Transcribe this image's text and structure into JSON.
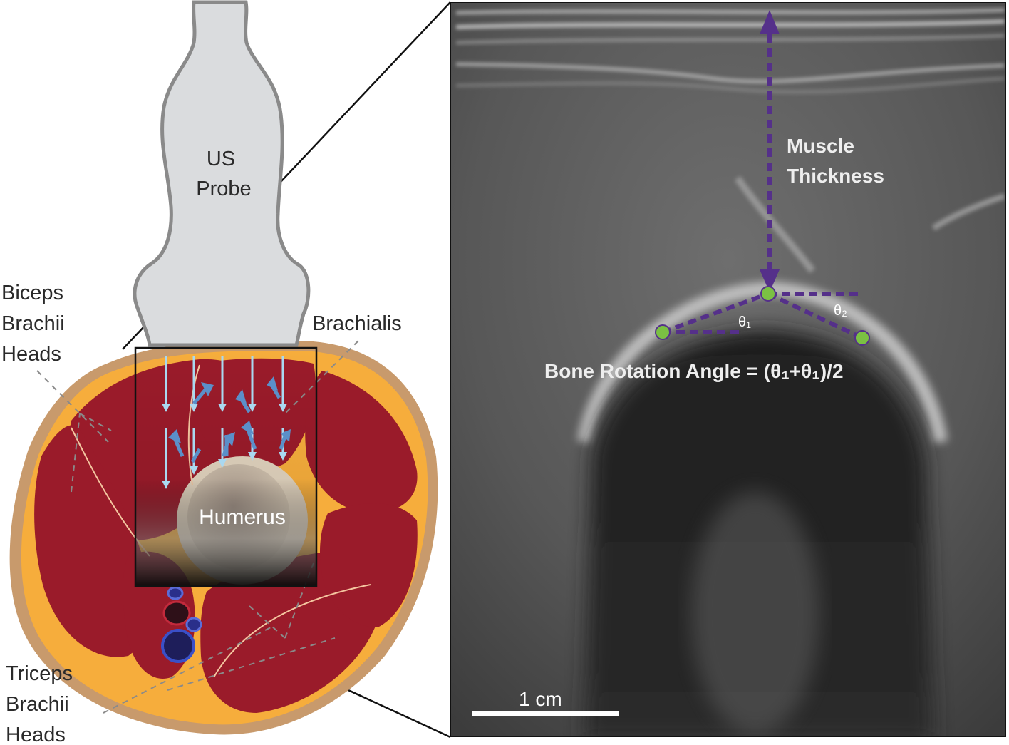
{
  "probe": {
    "line1": "US",
    "line2": "Probe"
  },
  "labels": {
    "biceps": [
      "Biceps",
      "Brachii",
      "Heads"
    ],
    "brachialis": "Brachialis",
    "humerus": "Humerus",
    "triceps": [
      "Triceps",
      "Brachii",
      "Heads"
    ]
  },
  "ultrasound": {
    "muscle_thickness": [
      "Muscle",
      "Thickness"
    ],
    "theta1": "θ₁",
    "theta2": "θ₂",
    "bone_rotation_formula": "Bone Rotation Angle = (θ₁+θ₁)/2",
    "scale_bar_label": "1 cm"
  },
  "colors": {
    "muscle": "#9a1b2a",
    "fat": "#f6ad3c",
    "skin": "#c89a6c",
    "probe": "#dadcde",
    "annotation": "#55308a",
    "landmark": "#7bc043",
    "incident_arrow": "#aad8f0",
    "reflected_arrow": "#5b8fc9"
  }
}
